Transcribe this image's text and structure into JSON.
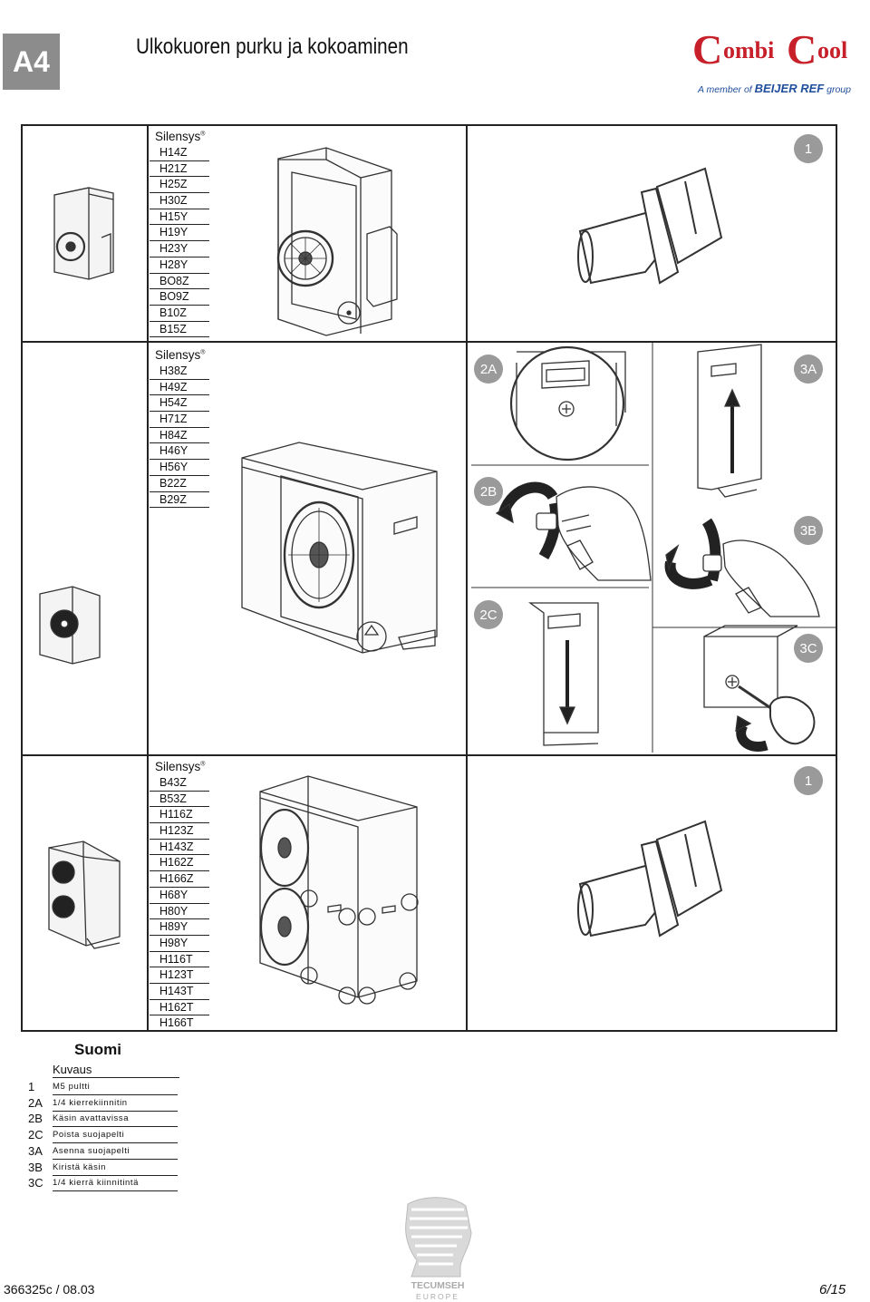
{
  "header": {
    "badge": "A4",
    "title": "Ulkokuoren purku ja kokoaminen",
    "logo": {
      "brand": "Combi Cool",
      "tagline": "A member of BEIJER REF group"
    }
  },
  "sections": [
    {
      "brand": "Silensys",
      "mark": "®",
      "models": [
        "H14Z",
        "H21Z",
        "H25Z",
        "H30Z",
        "H15Y",
        "H19Y",
        "H23Y",
        "H28Y",
        "BO8Z",
        "BO9Z",
        "B10Z",
        "B15Z"
      ]
    },
    {
      "brand": "Silensys",
      "mark": "®",
      "models": [
        "H38Z",
        "H49Z",
        "H54Z",
        "H71Z",
        "H84Z",
        "H46Y",
        "H56Y",
        "B22Z",
        "B29Z"
      ]
    },
    {
      "brand": "Silensys",
      "mark": "®",
      "models": [
        "B43Z",
        "B53Z",
        "H116Z",
        "H123Z",
        "H143Z",
        "H162Z",
        "H166Z",
        "H68Y",
        "H80Y",
        "H89Y",
        "H98Y",
        "H116T",
        "H123T",
        "H143T",
        "H162T",
        "H166T"
      ]
    }
  ],
  "steps": {
    "s1": "1",
    "s2a": "2A",
    "s2b": "2B",
    "s2c": "2C",
    "s3a": "3A",
    "s3b": "3B",
    "s3c": "3C",
    "s1b": "1"
  },
  "legend": {
    "language": "Suomi",
    "header": "Kuvaus",
    "rows": [
      {
        "key": "1",
        "text": "M5 pultti"
      },
      {
        "key": "2A",
        "text": "1/4 kierrekiinnitin"
      },
      {
        "key": "2B",
        "text": "Käsin avattavissa"
      },
      {
        "key": "2C",
        "text": "Poista suojapelti"
      },
      {
        "key": "3A",
        "text": "Asenna suojapelti"
      },
      {
        "key": "3B",
        "text": "Kiristä käsin"
      },
      {
        "key": "3C",
        "text": "1/4 kierrä kiinnitintä"
      }
    ]
  },
  "footer": {
    "doc": "366325c / 08.03",
    "page": "6/15",
    "company": "TECUMSEH",
    "region": "EUROPE"
  },
  "colors": {
    "badge": "#8c8c8c",
    "brand_red": "#c8202a",
    "brand_blue": "#1f4e9c",
    "step_circle": "#9a9a9a"
  }
}
